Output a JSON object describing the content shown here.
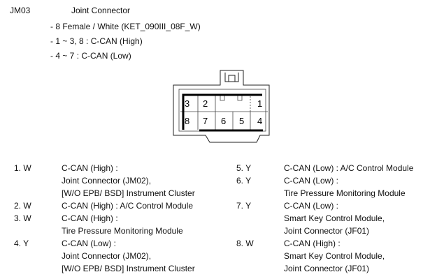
{
  "header": {
    "code": "JM03",
    "title": "Joint Connector",
    "specs": [
      "- 8 Female / White (KET_090III_08F_W)",
      "- 1 ~ 3, 8 : C-CAN (High)",
      "- 4 ~ 7 : C-CAN (Low)"
    ]
  },
  "connector": {
    "top_row": [
      "3",
      "2",
      "1"
    ],
    "bottom_row": [
      "8",
      "7",
      "6",
      "5",
      "4"
    ]
  },
  "pins_left": [
    {
      "pin": "1. W",
      "lines": [
        "C-CAN (High) :",
        "Joint Connector (JM02),",
        "[W/O EPB/ BSD] Instrument Cluster"
      ]
    },
    {
      "pin": "2. W",
      "lines": [
        "C-CAN (High) : A/C Control Module"
      ]
    },
    {
      "pin": "3. W",
      "lines": [
        "C-CAN (High) :",
        "Tire Pressure Monitoring Module"
      ]
    },
    {
      "pin": "4. Y",
      "lines": [
        "C-CAN (Low) :",
        "Joint Connector (JM02),",
        "[W/O EPB/ BSD] Instrument Cluster"
      ]
    }
  ],
  "pins_right": [
    {
      "pin": "5. Y",
      "lines": [
        "C-CAN (Low) : A/C Control Module"
      ]
    },
    {
      "pin": "6. Y",
      "lines": [
        "C-CAN (Low) :",
        "Tire Pressure Monitoring Module"
      ]
    },
    {
      "pin": "7. Y",
      "lines": [
        "C-CAN (Low) :",
        "Smart Key Control Module,",
        "Joint Connector (JF01)"
      ]
    },
    {
      "pin": "8. W",
      "lines": [
        "C-CAN (High) :",
        "Smart Key Control Module,",
        "Joint Connector (JF01)"
      ]
    }
  ]
}
